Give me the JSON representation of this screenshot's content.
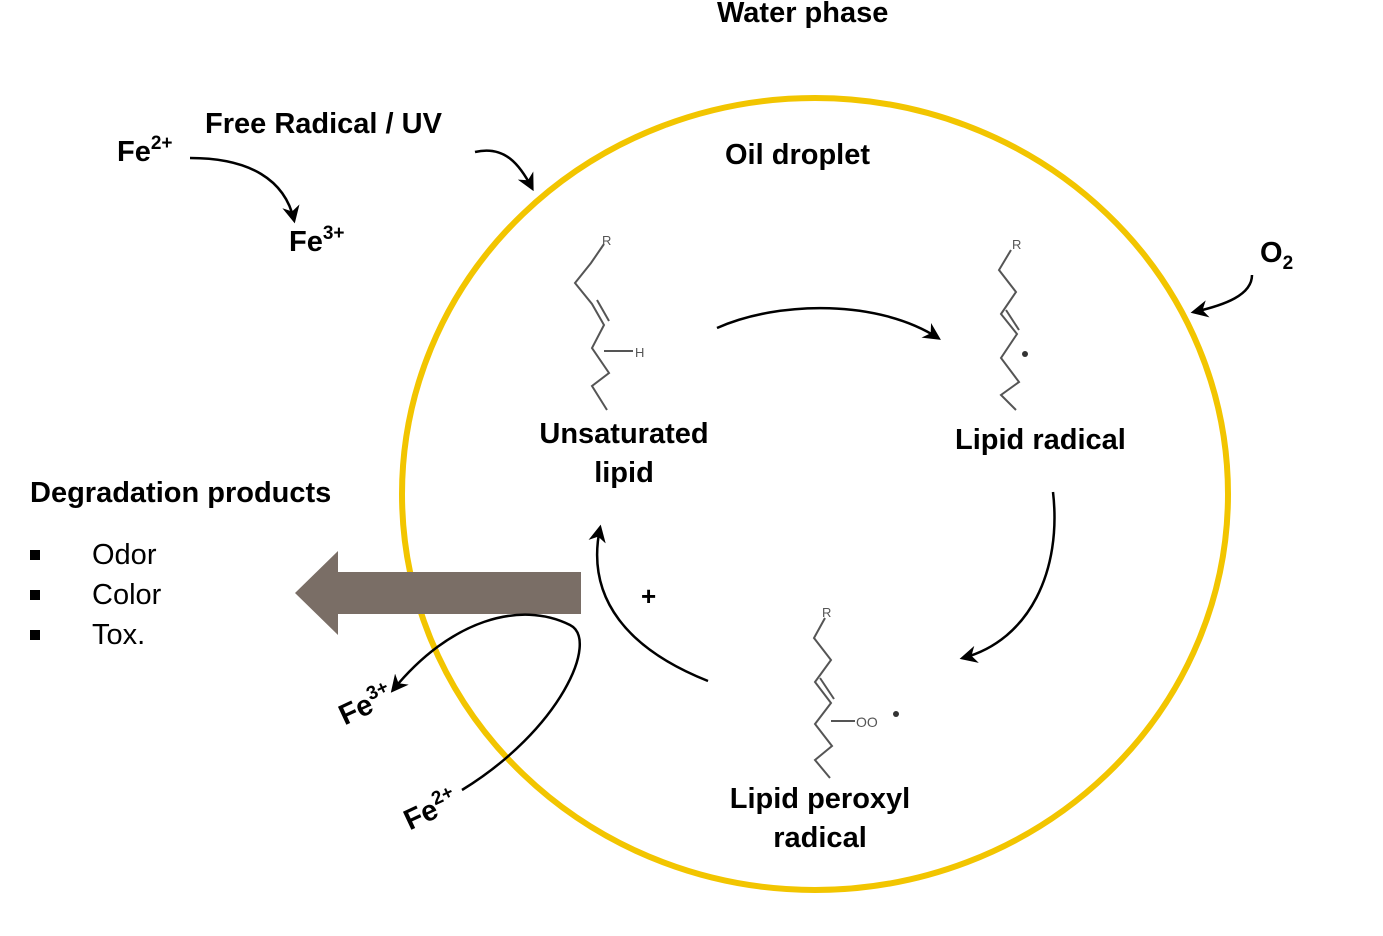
{
  "labels": {
    "water_phase": "Water phase",
    "oil_droplet": "Oil droplet",
    "free_radical_uv": "Free Radical / UV",
    "o2_main": "O",
    "o2_sub": "2",
    "unsaturated_lipid_line1": "Unsaturated",
    "unsaturated_lipid_line2": "lipid",
    "lipid_radical": "Lipid radical",
    "lipid_peroxyl_line1": "Lipid peroxyl",
    "lipid_peroxyl_line2": "radical",
    "degradation_products": "Degradation products",
    "plus": "+"
  },
  "iron": {
    "fe_top_main": "Fe",
    "fe_top_charge": "2+",
    "fe_top_product_main": "Fe",
    "fe_top_product_charge": "3+",
    "fe_bottom_product_main": "Fe",
    "fe_bottom_product_charge": "3+",
    "fe_bottom_main": "Fe",
    "fe_bottom_charge": "2+"
  },
  "degradation_items": [
    "Odor",
    "Color",
    "Tox."
  ],
  "structure_atoms": {
    "r": "R",
    "h": "H",
    "oo": "OO"
  },
  "colors": {
    "droplet_outline": "#F2C500",
    "big_arrow": "#7A6E66",
    "arrows": "#000000",
    "molecule": "#555555"
  }
}
